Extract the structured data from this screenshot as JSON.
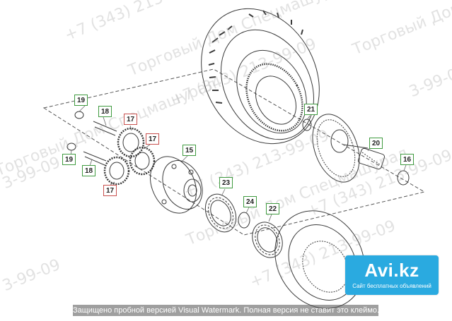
{
  "callouts": [
    {
      "text": "19",
      "style": "green"
    },
    {
      "text": "18",
      "style": "green"
    },
    {
      "text": "17",
      "style": "red"
    },
    {
      "text": "17",
      "style": "red"
    },
    {
      "text": "19",
      "style": "green"
    },
    {
      "text": "18",
      "style": "green"
    },
    {
      "text": "17",
      "style": "red"
    },
    {
      "text": "15",
      "style": "green"
    },
    {
      "text": "23",
      "style": "green"
    },
    {
      "text": "24",
      "style": "green"
    },
    {
      "text": "22",
      "style": "green"
    },
    {
      "text": "21",
      "style": "green"
    },
    {
      "text": "20",
      "style": "green"
    },
    {
      "text": "16",
      "style": "green"
    }
  ],
  "watermarks": [
    "+7 (343) 213-99-09",
    "Торговый Дом Спецмашурал",
    "Торговый Дом Спецмашурал",
    "+7 (343) 213-99-09",
    "Торговый Дом Спецмашурал",
    "+7 (343) 213-99-09",
    "Торговый Дом Спецмашурал",
    "+7 (343) 213-99-09",
    "3-99-09",
    "+7 (343) 213-99-09",
    "3-99-09",
    "3-99-09"
  ],
  "badge": {
    "name": "Avi.kz",
    "tagline": "Сайт бесплатных объявлений"
  },
  "trial_notice": "Защищено пробной версией Visual Watermark. Полная версия не ставит это клеймо.",
  "colors": {
    "green": "#3f9a3f",
    "red": "#c8504e",
    "badge": "#2aaae0"
  }
}
